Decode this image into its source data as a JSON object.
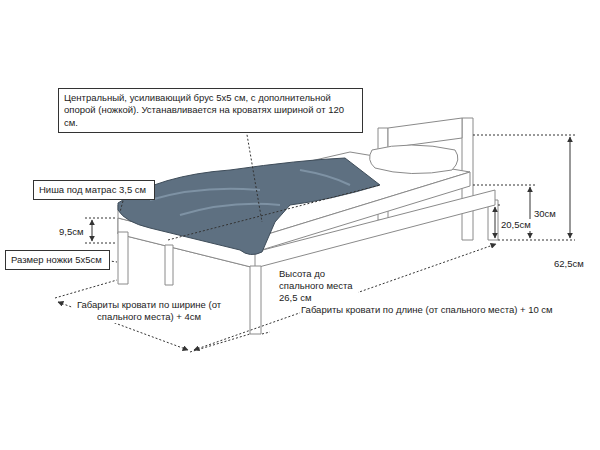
{
  "diagram": {
    "nodes": [
      {
        "text": [
          "Центральный, усиливающий брус 5х5 см, с дополнительной опорой (ножкой). Устанавливается на кроватях шириной от 120 см."
        ]
      },
      {
        "text": [
          "Ниша под матрас 3,5 см"
        ]
      },
      {
        "text": [
          "Размер ножки 5х5см"
        ]
      }
    ],
    "labels": [
      "62,5см",
      "30см",
      "20,5см",
      "9,5см",
      "Высота до спального места 26,5 см",
      "Габариты кровати по ширине (от спального места) + 4см",
      "Габариты кровати по длине (от спального места) + 10 см"
    ]
  }
}
